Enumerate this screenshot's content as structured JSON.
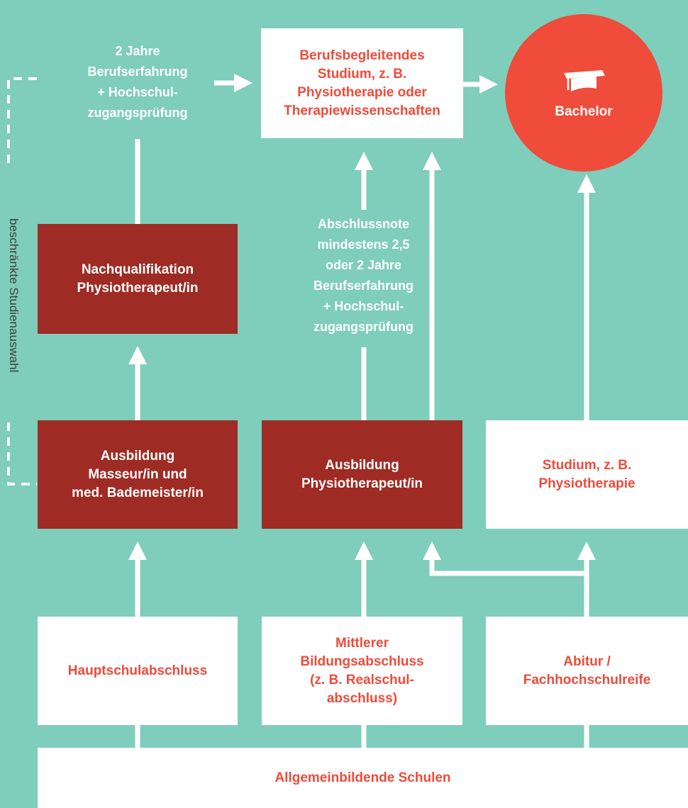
{
  "colors": {
    "background": "#7fcdbb",
    "accent_red": "#ee4b3a",
    "dark_red": "#9e2b24",
    "white": "#ffffff"
  },
  "nodes": {
    "berufsbegleitend": "Berufsbegleitendes\nStudium, z. B.\nPhysiotherapie oder\nTherapiewissenschaften",
    "bachelor": "Bachelor",
    "nachqualifikation": "Nachqualifikation\nPhysiotherapeut/in",
    "ausbildung_masseur": "Ausbildung\nMasseur/in und\nmed. Bademeister/in",
    "ausbildung_physio": "Ausbildung\nPhysiotherapeut/in",
    "studium_physio": "Studium, z. B.\nPhysiotherapie",
    "hauptschul": "Hauptschulabschluss",
    "mittlerer": "Mittlerer\nBildungsabschluss\n(z. B. Realschul-\nabschluss)",
    "abitur": "Abitur /\nFachhochschulreife",
    "allgemein": "Allgemeinbildende Schulen"
  },
  "conditions": {
    "berufserfahrung": "2 Jahre\nBerufserfahrung\n+ Hochschul-\nzugangsprüfung",
    "abschlussnote": "Abschlussnote\nmindestens 2,5\noder 2 Jahre\nBerufserfahrung\n+ Hochschul-\nzugangsprüfung"
  },
  "side_label": "beschränkte Studienauswahl",
  "icons": {
    "bachelor": "graduation-cap-icon"
  }
}
